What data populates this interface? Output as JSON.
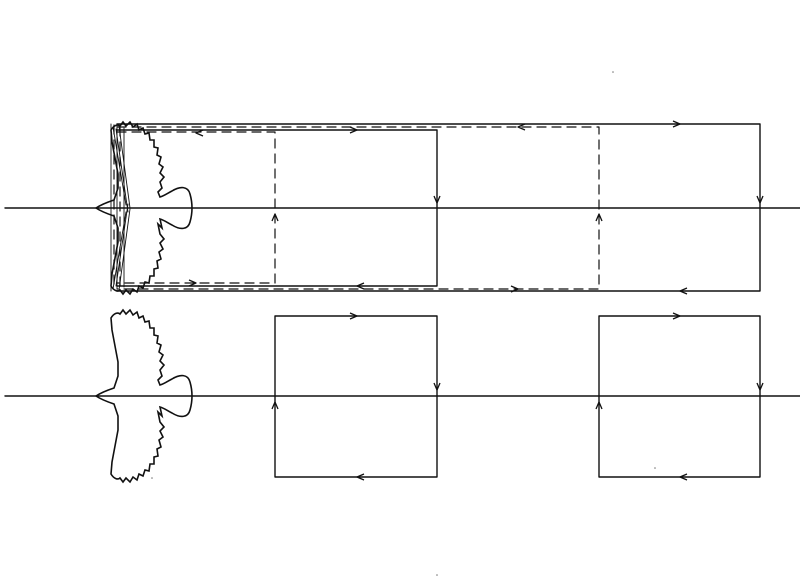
{
  "diagram": {
    "title": "",
    "line_color": "#111111",
    "background": "#ffffff",
    "panels": [
      {
        "name": "upper-panel",
        "description_visible": false,
        "vortex_loops": [
          "solid",
          "dashed",
          "solid",
          "dashed",
          "solid"
        ]
      },
      {
        "name": "lower-panel",
        "description_visible": false,
        "vortex_loops": [
          "solid",
          "solid"
        ]
      }
    ],
    "icons": [
      "bird-silhouette-icon"
    ]
  }
}
